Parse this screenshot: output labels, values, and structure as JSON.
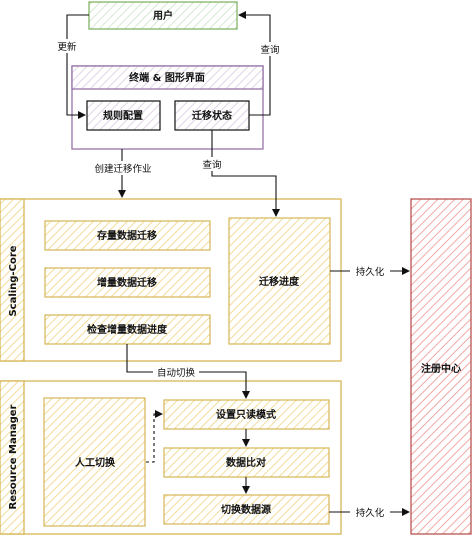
{
  "colors": {
    "user_stroke": "#82b366",
    "user_fill": "#d5e8d4",
    "ui_stroke": "#9673a6",
    "ui_fill": "#e1d5e7",
    "core_stroke": "#d6b656",
    "core_fill": "#fff2cc",
    "registry_stroke": "#b85450",
    "registry_fill": "#f8cecc",
    "arrow": "#111111"
  },
  "nodes": {
    "user": "用户",
    "ui_group": "终端 & 图形界面",
    "rule_config": "规则配置",
    "migration_status": "迁移状态",
    "scaling_core": "Scaling-Core",
    "stock_migration": "存量数据迁移",
    "incremental_migration": "增量数据迁移",
    "check_progress": "检查增量数据进度",
    "migration_progress": "迁移进度",
    "resource_manager": "Resource Manager",
    "manual_switch": "人工切换",
    "set_readonly": "设置只读模式",
    "data_compare": "数据比对",
    "switch_datasource": "切换数据源",
    "registry": "注册中心"
  },
  "edges": {
    "update": "更新",
    "query_top": "查询",
    "create_job": "创建迁移作业",
    "query_mid": "查询",
    "auto_switch": "自动切换",
    "persist_top": "持久化",
    "persist_bottom": "持久化"
  }
}
